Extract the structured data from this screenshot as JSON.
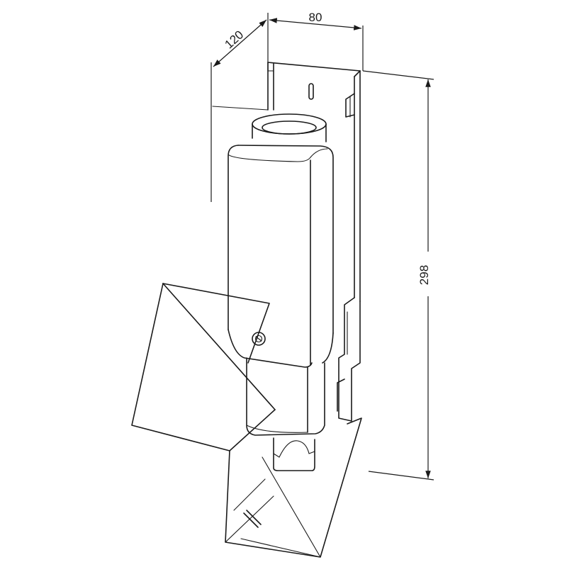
{
  "dimensions": {
    "width_label": "80",
    "depth_label": "120",
    "height_label": "298"
  },
  "colors": {
    "line": "#1a1a1a",
    "background": "#ffffff"
  }
}
